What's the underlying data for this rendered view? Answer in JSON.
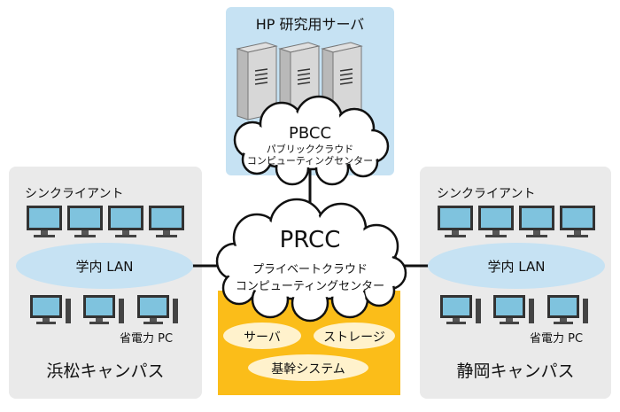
{
  "hp_server": {
    "title": "HP 研究用サーバ"
  },
  "pbcc": {
    "name": "PBCC",
    "description": "パブリッククラウド\nコンピューティングセンター"
  },
  "prcc": {
    "name": "PRCC",
    "description_line1": "プライベートクラウド",
    "description_line2": "コンピューティングセンター"
  },
  "services": {
    "server": "サーバ",
    "storage": "ストレージ",
    "core_system": "基幹システム"
  },
  "hamamatsu": {
    "thin_client_label": "シンクライアント",
    "lan_label": "学内 LAN",
    "pc_label": "省電力 PC",
    "campus_name": "浜松キャンパス"
  },
  "shizuoka": {
    "thin_client_label": "シンクライアント",
    "lan_label": "学内 LAN",
    "pc_label": "省電力 PC",
    "campus_name": "静岡キャンパス"
  },
  "colors": {
    "server_panel": "#c6e2f3",
    "services_panel": "#fbbd19",
    "campus_bg": "#eaeaea",
    "lan_ellipse": "#c6e2f3",
    "service_ellipse": "#fff2cc",
    "monitor_screen": "#7fc3de"
  }
}
